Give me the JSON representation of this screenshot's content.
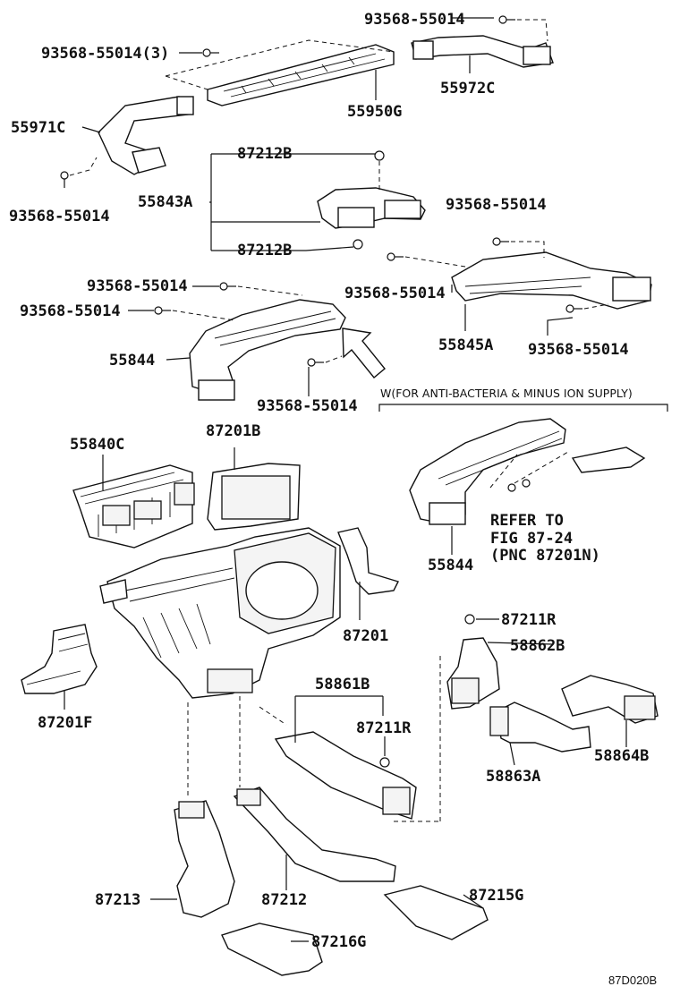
{
  "labels": {
    "l_93568_55014_top": "93568-55014",
    "l_93568_55014_3": "93568-55014(3)",
    "l_55972C": "55972C",
    "l_55950G": "55950G",
    "l_55971C": "55971C",
    "l_93568_55014_left1": "93568-55014",
    "l_87212B_a": "87212B",
    "l_55843A": "55843A",
    "l_87212B_b": "87212B",
    "l_93568_55014_right1": "93568-55014",
    "l_93568_55014_mid1": "93568-55014",
    "l_93568_55014_mid2": "93568-55014",
    "l_93568_55014_mid3": "93568-55014",
    "l_55845A": "55845A",
    "l_93568_55014_right2": "93568-55014",
    "l_55844_a": "55844",
    "l_93568_55014_bottom": "93568-55014",
    "l_note_w": "W(FOR ANTI-BACTERIA & MINUS ION SUPPLY)",
    "l_55840C": "55840C",
    "l_87201B": "87201B",
    "l_refer1": "REFER TO",
    "l_refer2": "FIG 87-24",
    "l_refer3": "(PNC 87201N)",
    "l_55844_b": "55844",
    "l_87201": "87201",
    "l_87211R_a": "87211R",
    "l_58862B": "58862B",
    "l_87201F": "87201F",
    "l_58861B": "58861B",
    "l_87211R_b": "87211R",
    "l_58863A": "58863A",
    "l_58864B": "58864B",
    "l_87213": "87213",
    "l_87212": "87212",
    "l_87215G": "87215G",
    "l_87216G": "87216G",
    "l_code": "87D020B"
  }
}
